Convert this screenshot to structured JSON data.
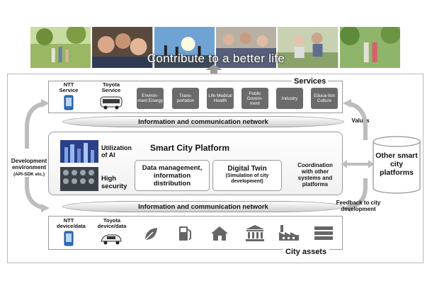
{
  "banner": {
    "text": "Contribute to a better life"
  },
  "services": {
    "title": "Services",
    "ntt_service": "NTT Service",
    "toyota_service": "Toyota Service",
    "categories": [
      {
        "label": "Environ-ment Energy"
      },
      {
        "label": "Trans-portation"
      },
      {
        "label": "Life Medical Health"
      },
      {
        "label": "Public Govern-ment"
      },
      {
        "label": "Industry"
      },
      {
        "label": "Educa-tion Culture"
      }
    ]
  },
  "network": {
    "label": "Information and communication network"
  },
  "platform": {
    "title": "Smart City Platform",
    "ai_label": "Utilization of AI",
    "security_label": "High security",
    "data_mgmt": "Data management, information distribution",
    "digital_twin": "Digital Twin",
    "digital_twin_sub": "(Simulation of city development)",
    "coordination": "Coordination with other systems and platforms"
  },
  "side_labels": {
    "development": "Development environment",
    "development_sub": "(API-SDK etc.)",
    "values": "Values",
    "feedback": "Feedback to city development"
  },
  "other_platforms": {
    "label": "Other smart city platforms"
  },
  "assets": {
    "title": "City assets",
    "ntt_device": "NTT device/data",
    "toyota_device": "Toyota device/data",
    "icons": [
      "leaf-icon",
      "fuel-pump-icon",
      "house-icon",
      "government-building-icon",
      "factory-icon",
      "server-rack-icon"
    ]
  },
  "colors": {
    "dark_box": "#6b6b6b",
    "band": "#d0d0d0",
    "border": "#9a9a9a"
  }
}
